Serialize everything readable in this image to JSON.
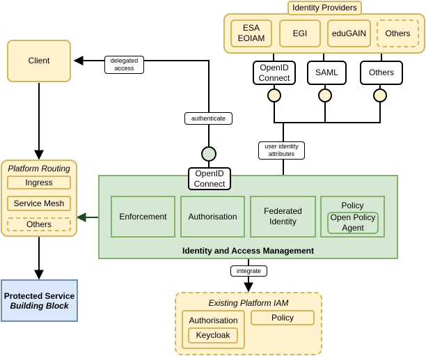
{
  "identity_providers": {
    "title": "Identity Providers",
    "items": [
      "ESA\nEOIAM",
      "EGI",
      "eduGAIN",
      "Others"
    ]
  },
  "protocols": {
    "openid": "OpenID\nConnect",
    "saml": "SAML",
    "others": "Others"
  },
  "client": "Client",
  "edge_labels": {
    "delegated_access": "delegated\naccess",
    "authenticate": "authenticate",
    "user_identity_attributes": "user identity\nattributes",
    "integrate": "integrate"
  },
  "platform_routing": {
    "title": "Platform Routing",
    "items": [
      "Ingress",
      "Service Mesh",
      "Others"
    ]
  },
  "iam": {
    "title": "Identity and Access Management",
    "openid_port": "OpenID\nConnect",
    "enforcement": "Enforcement",
    "authorisation": "Authorisation",
    "federated_identity": "Federated\nIdentity",
    "policy": "Policy",
    "open_policy_agent": "Open Policy\nAgent"
  },
  "protected_service": {
    "line1": "Protected Service",
    "line2": "Building Block"
  },
  "existing_iam": {
    "title": "Existing Platform IAM",
    "authorisation": "Authorisation",
    "keycloak": "Keycloak",
    "policy": "Policy"
  },
  "colors": {
    "yellow_fill": "#fff2cc",
    "yellow_stroke": "#d6b656",
    "green_fill": "#d5e8d4",
    "green_stroke": "#82b366",
    "blue_fill": "#dae8fc",
    "blue_stroke": "#6c8ebf",
    "bidirectional_arrow": "#1e4a1e"
  }
}
